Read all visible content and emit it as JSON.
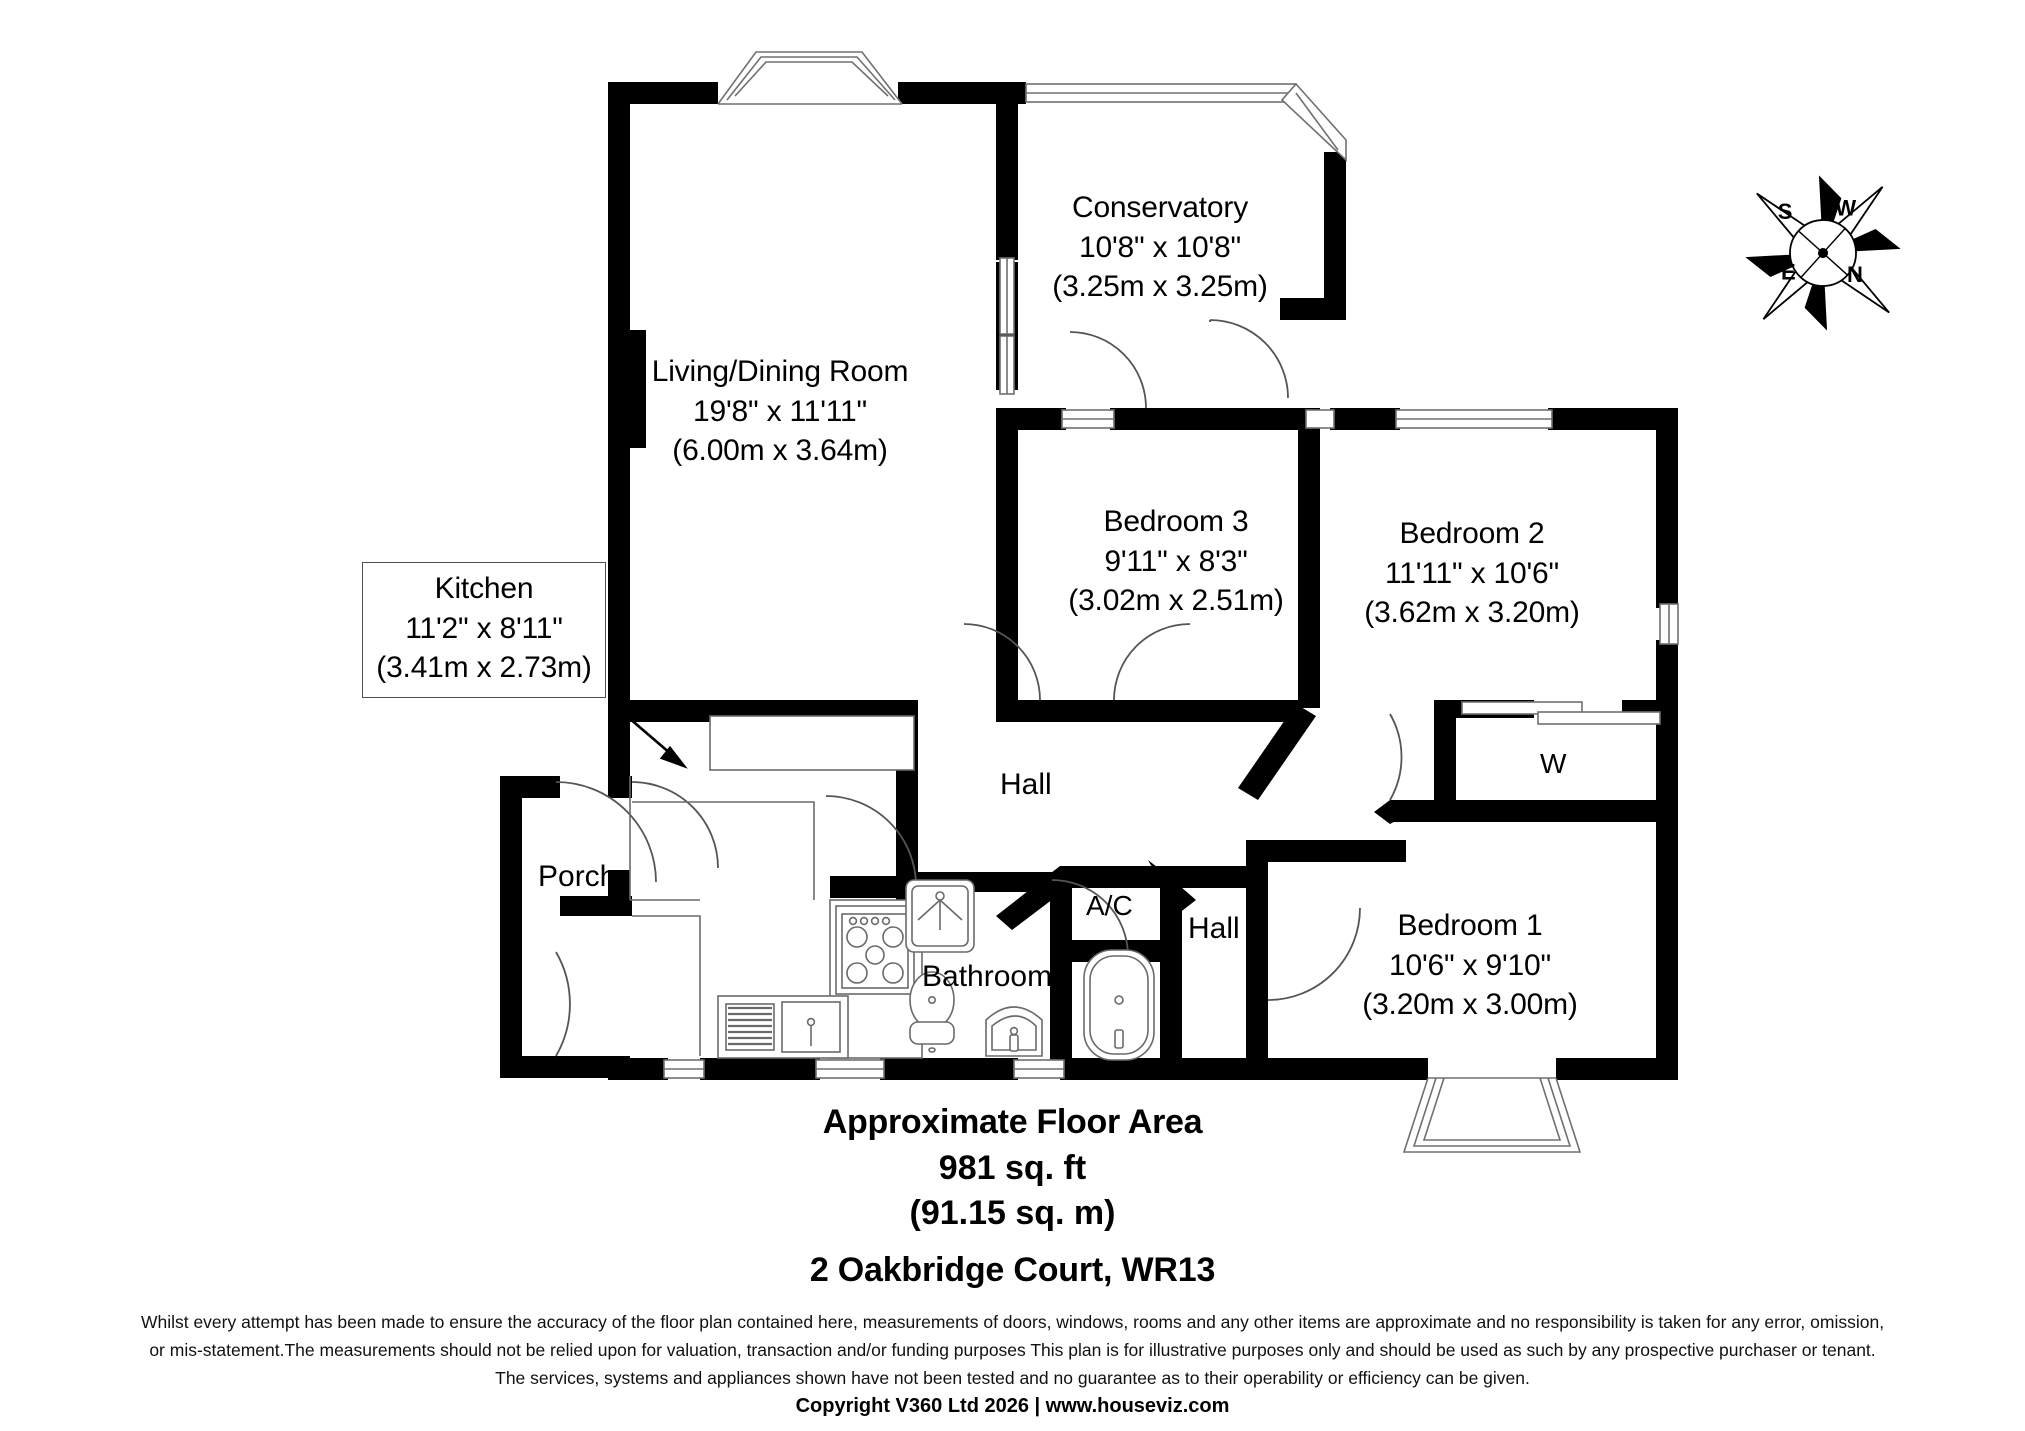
{
  "document": {
    "type": "floor-plan",
    "address": "2 Oakbridge Court, WR13"
  },
  "rooms": [
    {
      "key": "living_dining",
      "name": "Living/Dining Room",
      "imperial": "19'8\" x 11'11\"",
      "metric": "(6.00m x 3.64m)"
    },
    {
      "key": "conservatory",
      "name": "Conservatory",
      "imperial": "10'8\" x 10'8\"",
      "metric": "(3.25m x 3.25m)"
    },
    {
      "key": "kitchen",
      "name": "Kitchen",
      "imperial": "11'2\" x 8'11\"",
      "metric": "(3.41m x 2.73m)"
    },
    {
      "key": "bedroom3",
      "name": "Bedroom 3",
      "imperial": "9'11\" x 8'3\"",
      "metric": "(3.02m x 2.51m)"
    },
    {
      "key": "bedroom2",
      "name": "Bedroom 2",
      "imperial": "11'11\" x 10'6\"",
      "metric": "(3.62m x 3.20m)"
    },
    {
      "key": "bedroom1",
      "name": "Bedroom 1",
      "imperial": "10'6\" x 9'10\"",
      "metric": "(3.20m x 3.00m)"
    }
  ],
  "simple_labels": {
    "hall_main": "Hall",
    "hall_secondary": "Hall",
    "porch": "Porch",
    "bathroom": "Bathroom",
    "airing_cupboard": "A/C",
    "wardrobe": "W"
  },
  "compass": {
    "north": "N",
    "east": "E",
    "south": "S",
    "west": "W"
  },
  "footer": {
    "area_title": "Approximate Floor Area",
    "area_sqft": "981 sq. ft",
    "area_sqm": "(91.15 sq. m)",
    "address": "2 Oakbridge Court, WR13",
    "disclaimer_line1": "Whilst every attempt has been made to ensure the accuracy of the floor plan contained here, measurements of doors, windows, rooms and any other items are approximate and no responsibility is taken for any error, omission,",
    "disclaimer_line2": "or mis-statement.The measurements should not be relied upon for valuation, transaction and/or funding purposes This plan is for illustrative purposes only and should be used as such by any prospective purchaser or tenant.",
    "disclaimer_line3": "The services, systems and appliances shown have not been tested and no guarantee as to their operability or efficiency can be given.",
    "copyright": "Copyright V360 Ltd 2026 | www.houseviz.com"
  },
  "colors": {
    "wall": "#000000",
    "background": "#ffffff",
    "fixture_line": "#666666",
    "window_line": "#808080"
  }
}
